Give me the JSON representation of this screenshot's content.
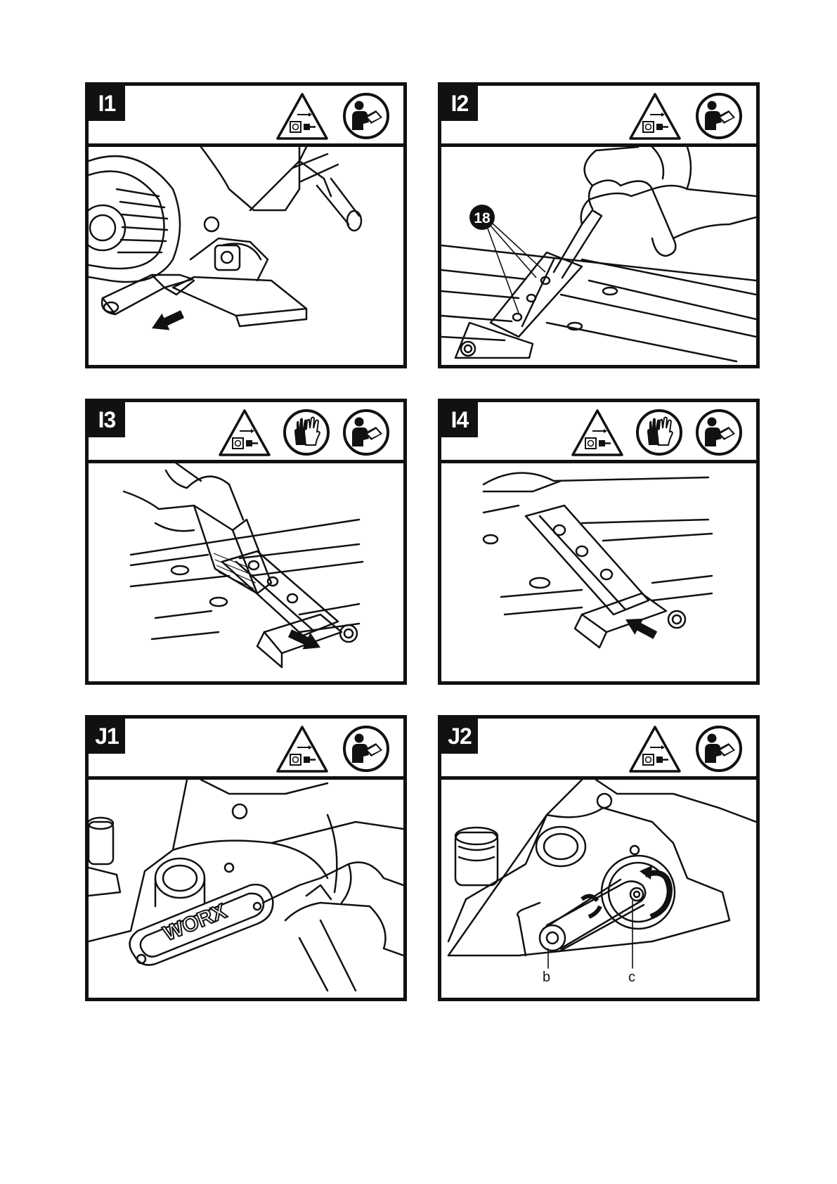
{
  "panels": {
    "i1": {
      "label": "I1",
      "icons": [
        "unplug-warning-icon",
        "read-manual-icon"
      ]
    },
    "i2": {
      "label": "I2",
      "icons": [
        "unplug-warning-icon",
        "read-manual-icon"
      ],
      "callout": "18"
    },
    "i3": {
      "label": "I3",
      "icons": [
        "unplug-warning-icon",
        "gloves-icon",
        "read-manual-icon"
      ]
    },
    "i4": {
      "label": "I4",
      "icons": [
        "unplug-warning-icon",
        "gloves-icon",
        "read-manual-icon"
      ]
    },
    "j1": {
      "label": "J1",
      "icons": [
        "unplug-warning-icon",
        "read-manual-icon"
      ],
      "brand": "WORX"
    },
    "j2": {
      "label": "J2",
      "icons": [
        "unplug-warning-icon",
        "read-manual-icon"
      ],
      "parts": [
        "b",
        "c"
      ]
    }
  }
}
